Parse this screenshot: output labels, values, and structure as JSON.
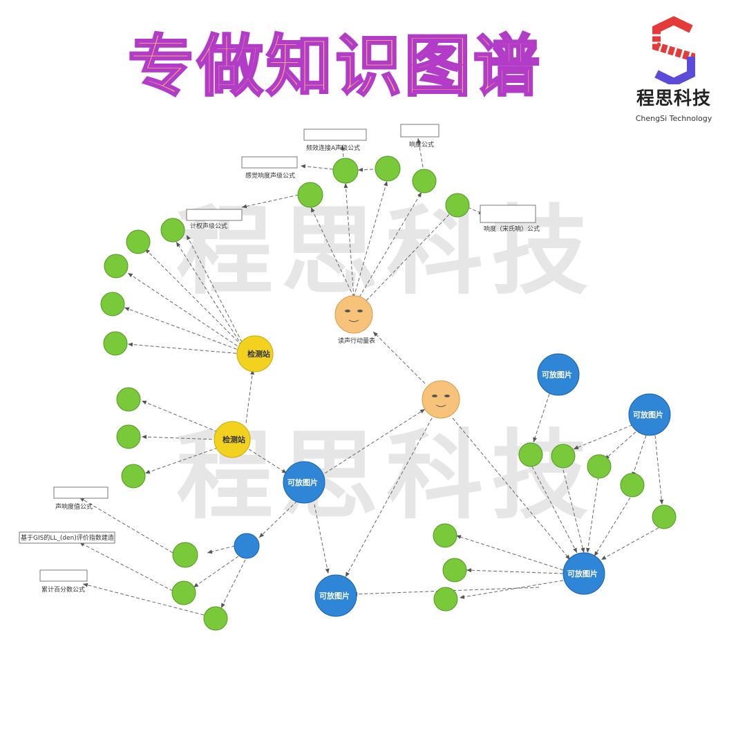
{
  "title": "专做知识图谱",
  "logo": {
    "name": "程思科技",
    "subtitle": "ChengSi Technology"
  },
  "watermark": "程思科技",
  "labels": {
    "pic": "可放图片",
    "sound_quantity": "读声行动量表",
    "detection": "检测站",
    "station": "检测站",
    "formula1": "频效连接A声级公式",
    "formula2": "感觉响度声级公式",
    "formula3": "计权声级公式",
    "formula4": "响度（宋氏响）公式",
    "formula5": "声响度值公式",
    "formula6": "基于GIS的LL_(den)评价指数建造",
    "formula7": "累计百分数公式",
    "formula_top": "响度公式",
    "left_bottom_node": "检测站"
  },
  "colors": {
    "green": "#7ac93a",
    "yellow": "#f3d21f",
    "blue": "#2f86d6",
    "orange": "#f7c27a",
    "edge": "#555555"
  }
}
